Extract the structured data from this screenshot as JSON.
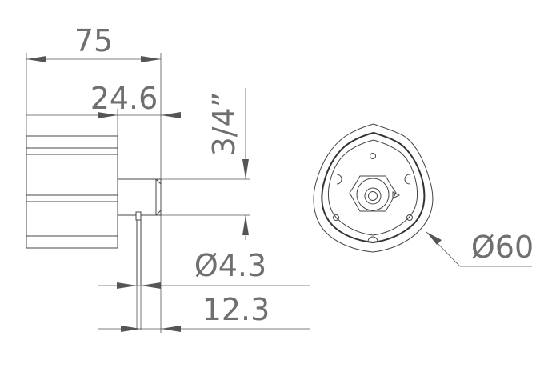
{
  "dimensions": {
    "overall_length": "75",
    "body_length": "24.6",
    "thread_size": "3/4”",
    "pin_diameter": "Ø4.3",
    "pin_length": "12.3",
    "face_diameter": "Ø60"
  }
}
